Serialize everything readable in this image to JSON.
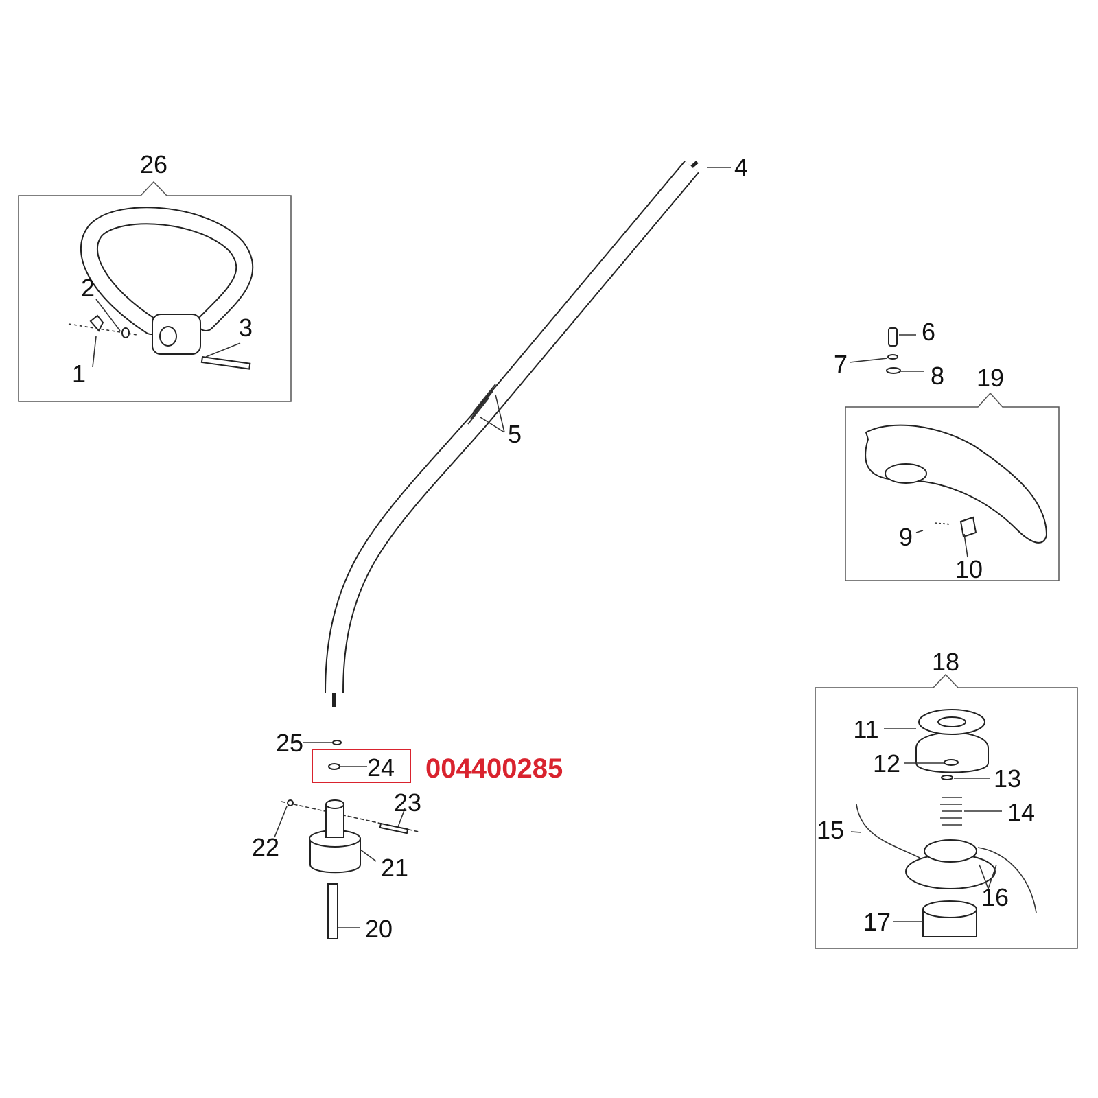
{
  "callouts": {
    "p1": "1",
    "p2": "2",
    "p3": "3",
    "p4": "4",
    "p5": "5",
    "p6": "6",
    "p7": "7",
    "p8": "8",
    "p9": "9",
    "p10": "10",
    "p11": "11",
    "p12": "12",
    "p13": "13",
    "p14": "14",
    "p15": "15",
    "p16": "16",
    "p17": "17",
    "p18": "18",
    "p19": "19",
    "p20": "20",
    "p21": "21",
    "p22": "22",
    "p23": "23",
    "p24": "24",
    "p25": "25",
    "p26": "26"
  },
  "highlight": {
    "part": "24",
    "part_number": "004400285",
    "color": "#d9232e"
  }
}
